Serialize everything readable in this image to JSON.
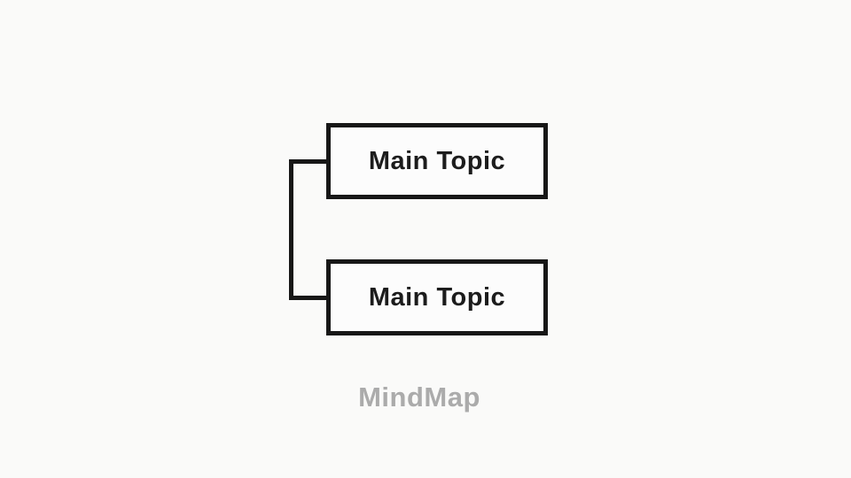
{
  "diagram": {
    "nodes": [
      {
        "label": "Main Topic"
      },
      {
        "label": "Main Topic"
      }
    ],
    "connector_style": "left-bracket",
    "caption": "MindMap",
    "colors": {
      "background": "#fafaf9",
      "node_fill": "#fcfcfc",
      "stroke": "#171717",
      "node_text": "#1c1c1c",
      "caption_text": "#ababab"
    }
  }
}
